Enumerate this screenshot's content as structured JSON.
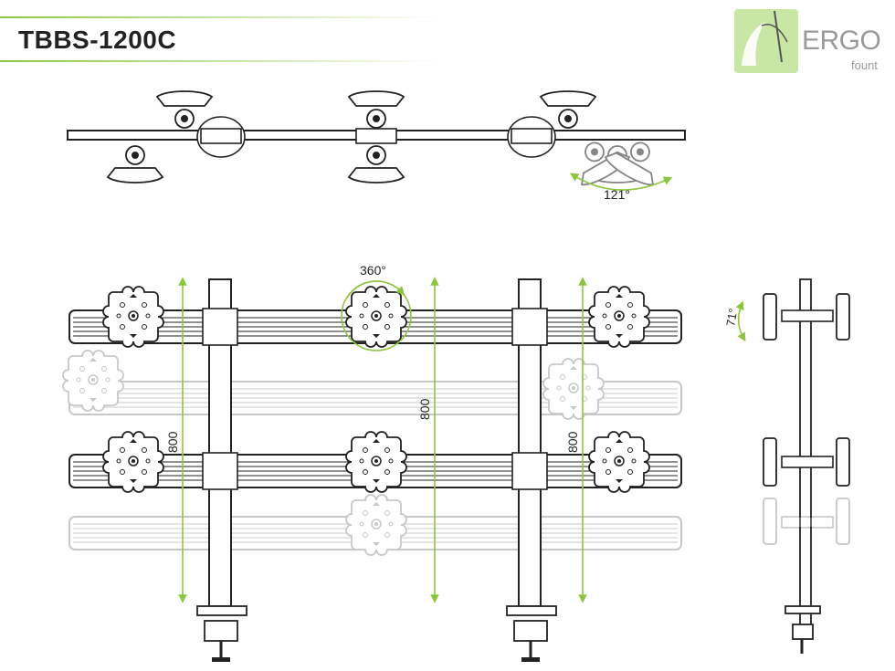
{
  "model": "TBBS-1200C",
  "logo": {
    "brand": "ERGO",
    "sub": "fount"
  },
  "colors": {
    "accent": "#8cc63f",
    "line": "#222222",
    "ghost": "#cfcfcf"
  },
  "annotations": {
    "swivel_angle": "121°",
    "rotation_angle": "360°",
    "tilt_angle": "71°",
    "height_left": "800",
    "height_center": "800",
    "height_right": "800"
  }
}
